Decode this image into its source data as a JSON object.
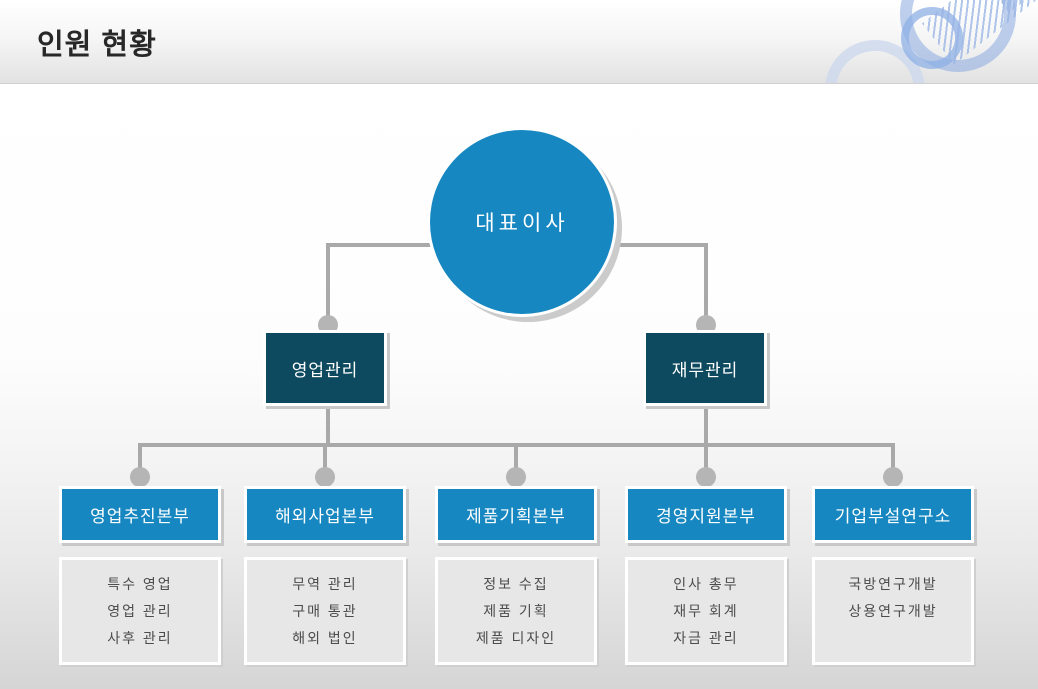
{
  "slide": {
    "title": "인원 현황"
  },
  "org": {
    "root": "대표이사",
    "managers": [
      "영업관리",
      "재무관리"
    ],
    "divisions": [
      {
        "label": "영업추진본부",
        "items": [
          "특수 영업",
          "영업 관리",
          "사후 관리"
        ]
      },
      {
        "label": "해외사업본부",
        "items": [
          "무역 관리",
          "구매 통관",
          "해외 법인"
        ]
      },
      {
        "label": "제품기획본부",
        "items": [
          "정보 수집",
          "제품 기획",
          "제품 디자인"
        ]
      },
      {
        "label": "경영지원본부",
        "items": [
          "인사 총무",
          "재무 회계",
          "자금 관리"
        ]
      },
      {
        "label": "기업부설연구소",
        "items": [
          "국방연구개발",
          "상용연구개발"
        ]
      }
    ]
  },
  "colors": {
    "accent_blue": "#1687c0",
    "dark_teal": "#0e4a5f",
    "connector": "#a9a9a9",
    "dot": "#b5b5b5"
  }
}
